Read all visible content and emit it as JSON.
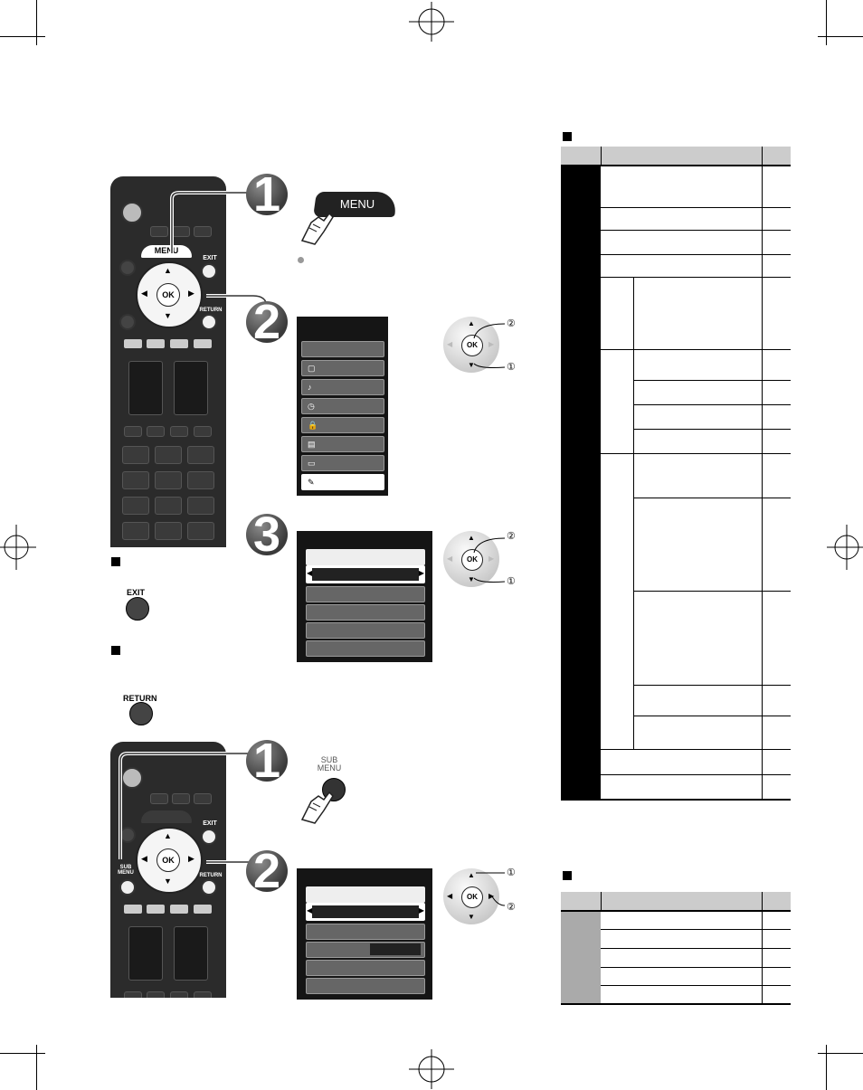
{
  "remote_top": {
    "menu_label": "MENU",
    "exit_label": "EXIT",
    "return_label": "RETURN",
    "ok_label": "OK"
  },
  "steps_top": {
    "s1": "1",
    "s2": "2",
    "s3": "3"
  },
  "menu_pill": {
    "label": "MENU"
  },
  "exit_section": {
    "exit_label": "EXIT"
  },
  "return_section": {
    "return_label": "RETURN"
  },
  "remote_bottom": {
    "sub_menu_label": "SUB MENU",
    "exit_label": "EXIT",
    "return_label": "RETURN",
    "ok_label": "OK"
  },
  "steps_bottom": {
    "s1": "1",
    "s2": "2"
  },
  "sub_menu_button": {
    "label": "SUB MENU"
  },
  "dpad_top": {
    "ok": "OK",
    "n1": "①",
    "n2": "②"
  },
  "dpad_mid": {
    "ok": "OK",
    "n1": "①",
    "n2": "②"
  },
  "dpad_bottom": {
    "ok": "OK",
    "n1": "①",
    "n2": "②"
  },
  "menu_icons": [
    "▢",
    "♪",
    "◷",
    "🔒",
    "▤",
    "▭",
    "✎"
  ],
  "colors": {
    "accent_gray": "#555555",
    "dark": "#151515"
  }
}
